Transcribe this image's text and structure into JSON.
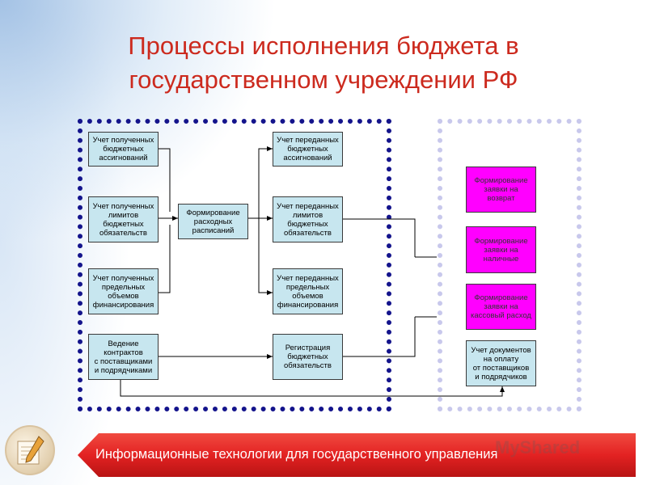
{
  "title": "Процессы исполнения бюджета в государственном учреждении РФ",
  "boxes": {
    "received_assignments": "Учет полученных\nбюджетных\nассигнований",
    "received_limits": "Учет полученных\nлимитов\nбюджетных\nобязательств",
    "received_funding": "Учет полученных\nпредельных\nобъемов\nфинансирования",
    "contracts": "Ведение\nконтрактов\nс поставщиками\nи подрядчиками",
    "expense_schedules": "Формирование\nрасходных\nрасписаний",
    "transferred_assignments": "Учет переданных\nбюджетных\nассигнований",
    "transferred_limits": "Учет переданных\nлимитов\nбюджетных\nобязательств",
    "transferred_funding": "Учет переданных\nпредельных\nобъемов\nфинансирования",
    "obligations_registration": "Регистрация\nбюджетных\nобязательств",
    "request_refund": "Формирование\nзаявки на\nвозврат",
    "request_cash": "Формирование\nзаявки на\nналичные",
    "request_expense": "Формирование\nзаявки на\nкассовый расход",
    "payment_documents": "Учет документов\nна оплату\nот поставщиков\nи подрядчиков"
  },
  "colors": {
    "title": "#cc2a1e",
    "box_fill": "#c7e6ef",
    "box_highlight": "#ff00ff",
    "zone_left_border": "#14148c",
    "zone_right_border": "#c8c8ec",
    "banner": "#e32222"
  },
  "footer": {
    "banner_text": "Информационные технологии для государственного управления",
    "logo_icon": "pencil-notebook-icon",
    "watermark": "MyShared"
  }
}
